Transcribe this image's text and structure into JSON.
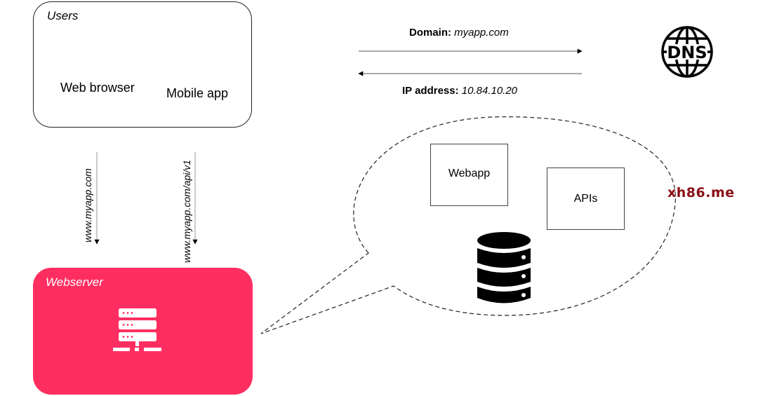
{
  "users": {
    "title": "Users",
    "clients": [
      {
        "label": "Web browser",
        "icon": "laptop-globe-icon"
      },
      {
        "label": "Mobile app",
        "icon": "smartphone-icon"
      }
    ]
  },
  "requests": [
    {
      "label": "www.myapp.com",
      "direction": "down"
    },
    {
      "label": "www.myapp.com/api/v1",
      "direction": "down"
    }
  ],
  "dns": {
    "icon": "dns-globe-icon",
    "icon_text": "DNS",
    "query": {
      "label": "Domain:",
      "value": "myapp.com",
      "direction": "to-dns"
    },
    "response": {
      "label": "IP address:",
      "value": "10.84.10.20",
      "direction": "from-dns"
    }
  },
  "webserver": {
    "title": "Webserver",
    "icon": "server-rack-icon",
    "color": "#ff2e61"
  },
  "callout": {
    "components": [
      {
        "label": "Webapp"
      },
      {
        "label": "APIs"
      }
    ],
    "database_icon": "database-icon"
  },
  "watermark": {
    "text": "xh86.me",
    "color": "#8b0d14"
  }
}
